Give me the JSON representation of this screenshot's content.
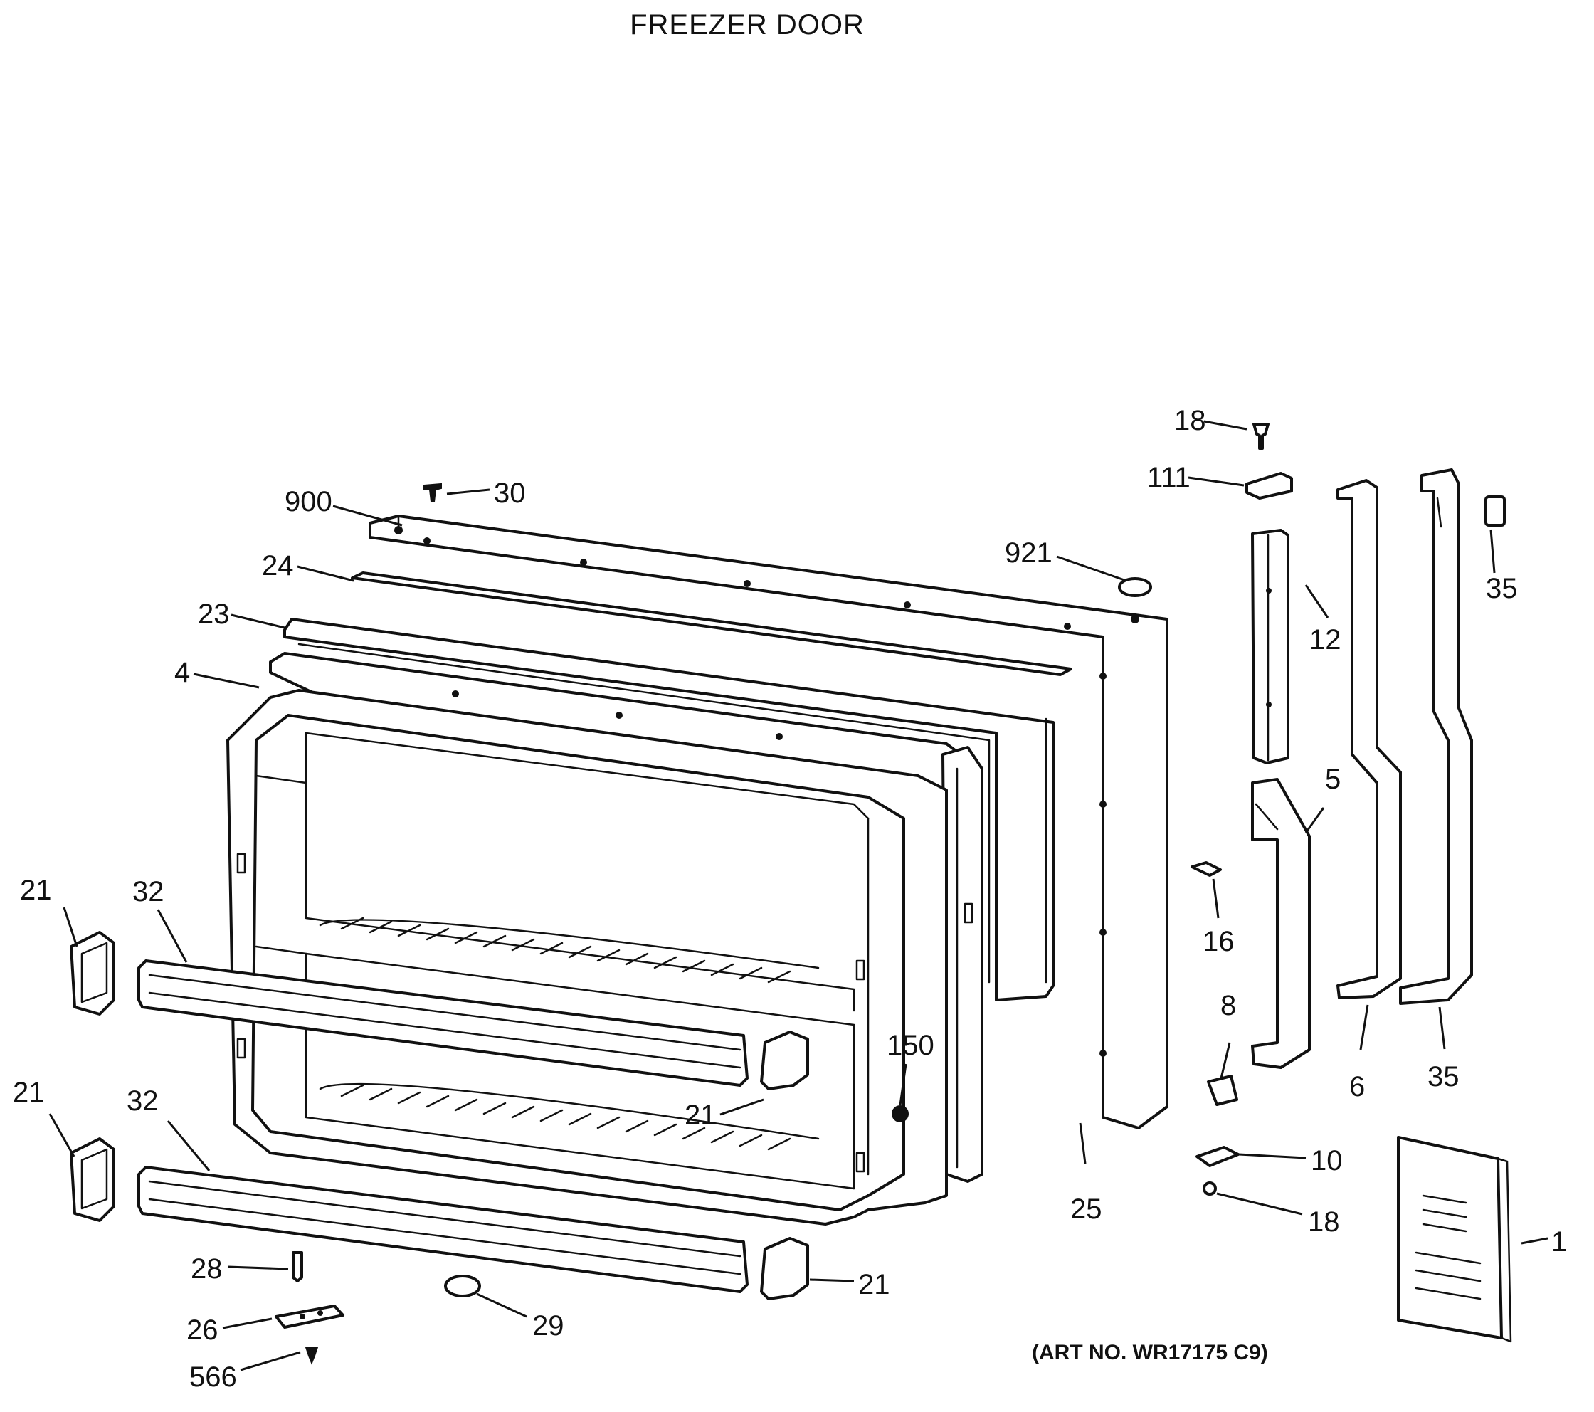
{
  "title": "FREEZER DOOR",
  "art_number": "(ART NO. WR17175 C9)",
  "callouts": {
    "c18_top": "18",
    "c111": "111",
    "c30": "30",
    "c900": "900",
    "c921": "921",
    "c24": "24",
    "c23": "23",
    "c4": "4",
    "c12": "12",
    "c35_top": "35",
    "c5": "5",
    "c16": "16",
    "c21_left_top": "21",
    "c32_top": "32",
    "c150": "150",
    "c8": "8",
    "c6": "6",
    "c35_bottom": "35",
    "c21_left_bottom": "21",
    "c32_bottom": "32",
    "c21_mid": "21",
    "c10": "10",
    "c25": "25",
    "c18_bottom": "18",
    "c1": "1",
    "c28": "28",
    "c26": "26",
    "c29": "29",
    "c21_bottom": "21",
    "c566": "566"
  }
}
